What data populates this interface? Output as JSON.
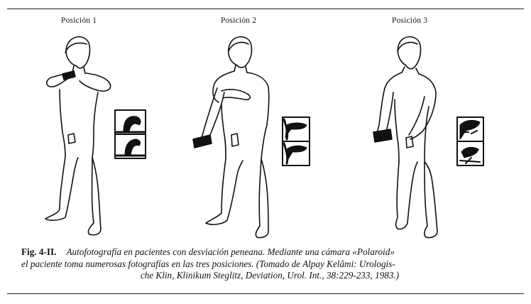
{
  "figure": {
    "position_labels": [
      "Posición 1",
      "Posición 2",
      "Posición 3"
    ],
    "caption": {
      "number": "Fig. 4-II.",
      "line1": "Autofotografía en pacientes con desviación peneana. Mediante una cámara «Polaroid»",
      "line2": "el paciente toma numerosas fotografías en las tres posiciones. (Tomado de Alpay Kelâmi: Urologis-",
      "line3": "che Klin, Klinikum Steglitz, Deviation, Urol. Int., 38:229-233, 1983.)"
    }
  },
  "colors": {
    "ink": "#111111",
    "paper": "#ffffff"
  }
}
